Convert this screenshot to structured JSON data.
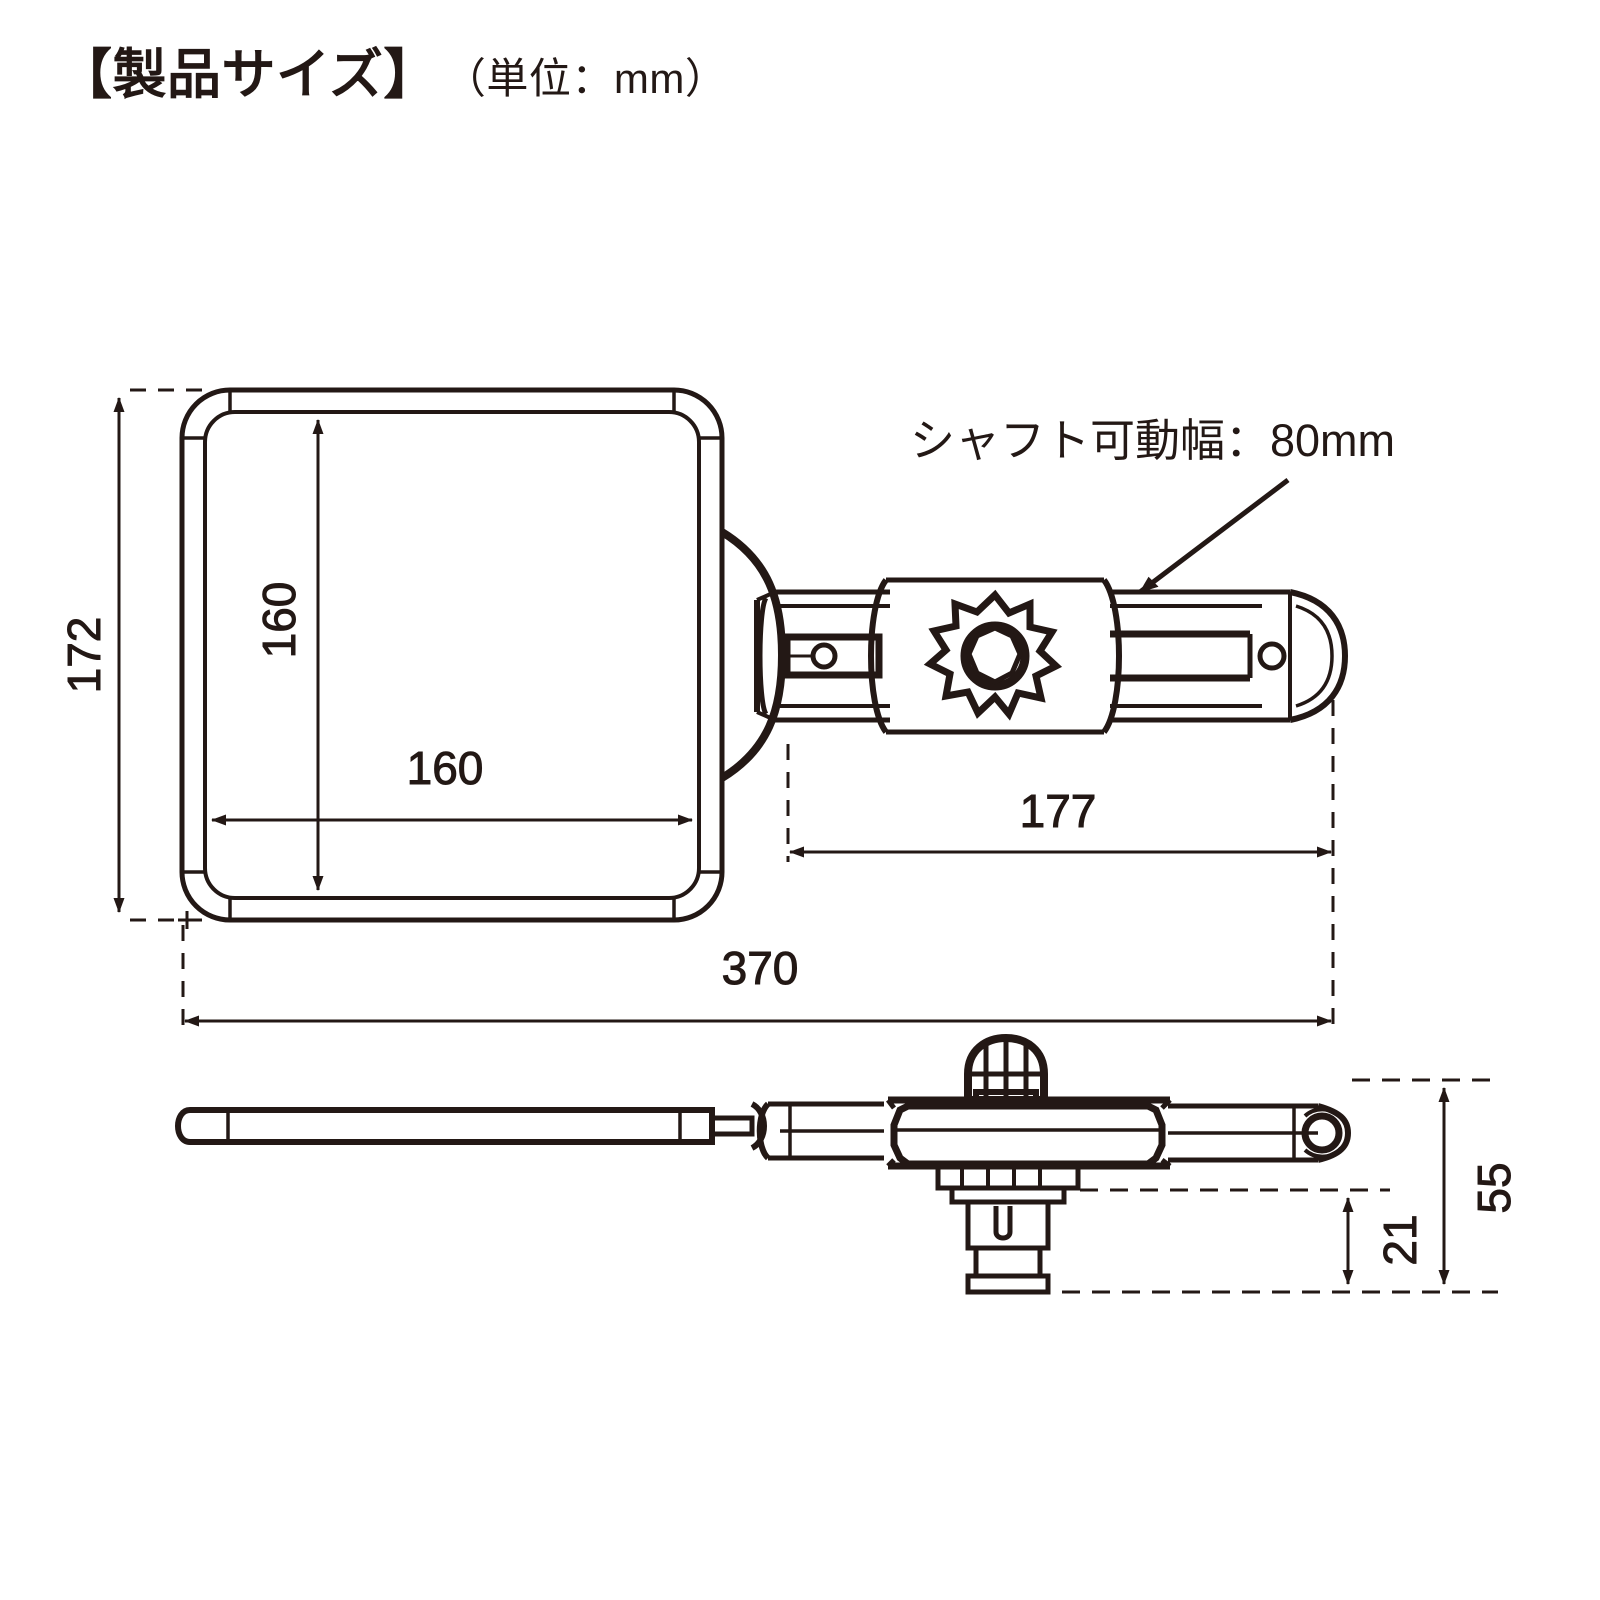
{
  "drawing": {
    "title_main": "【製品サイズ】",
    "title_unit": "（単位：mm）",
    "annotation": "シャフト可動幅：80mm",
    "line_color": "#231815",
    "background_color": "#ffffff"
  },
  "dimensions": {
    "mirror_outer_height": "172",
    "mirror_inner_height": "160",
    "mirror_width": "160",
    "arm_length": "177",
    "total_length": "370",
    "side_total_height": "55",
    "side_mount_height": "21"
  },
  "labels": {
    "d172": "172",
    "d160_v": "160",
    "d160_h": "160",
    "d177": "177",
    "d370": "370",
    "d55": "55",
    "d21": "21"
  }
}
